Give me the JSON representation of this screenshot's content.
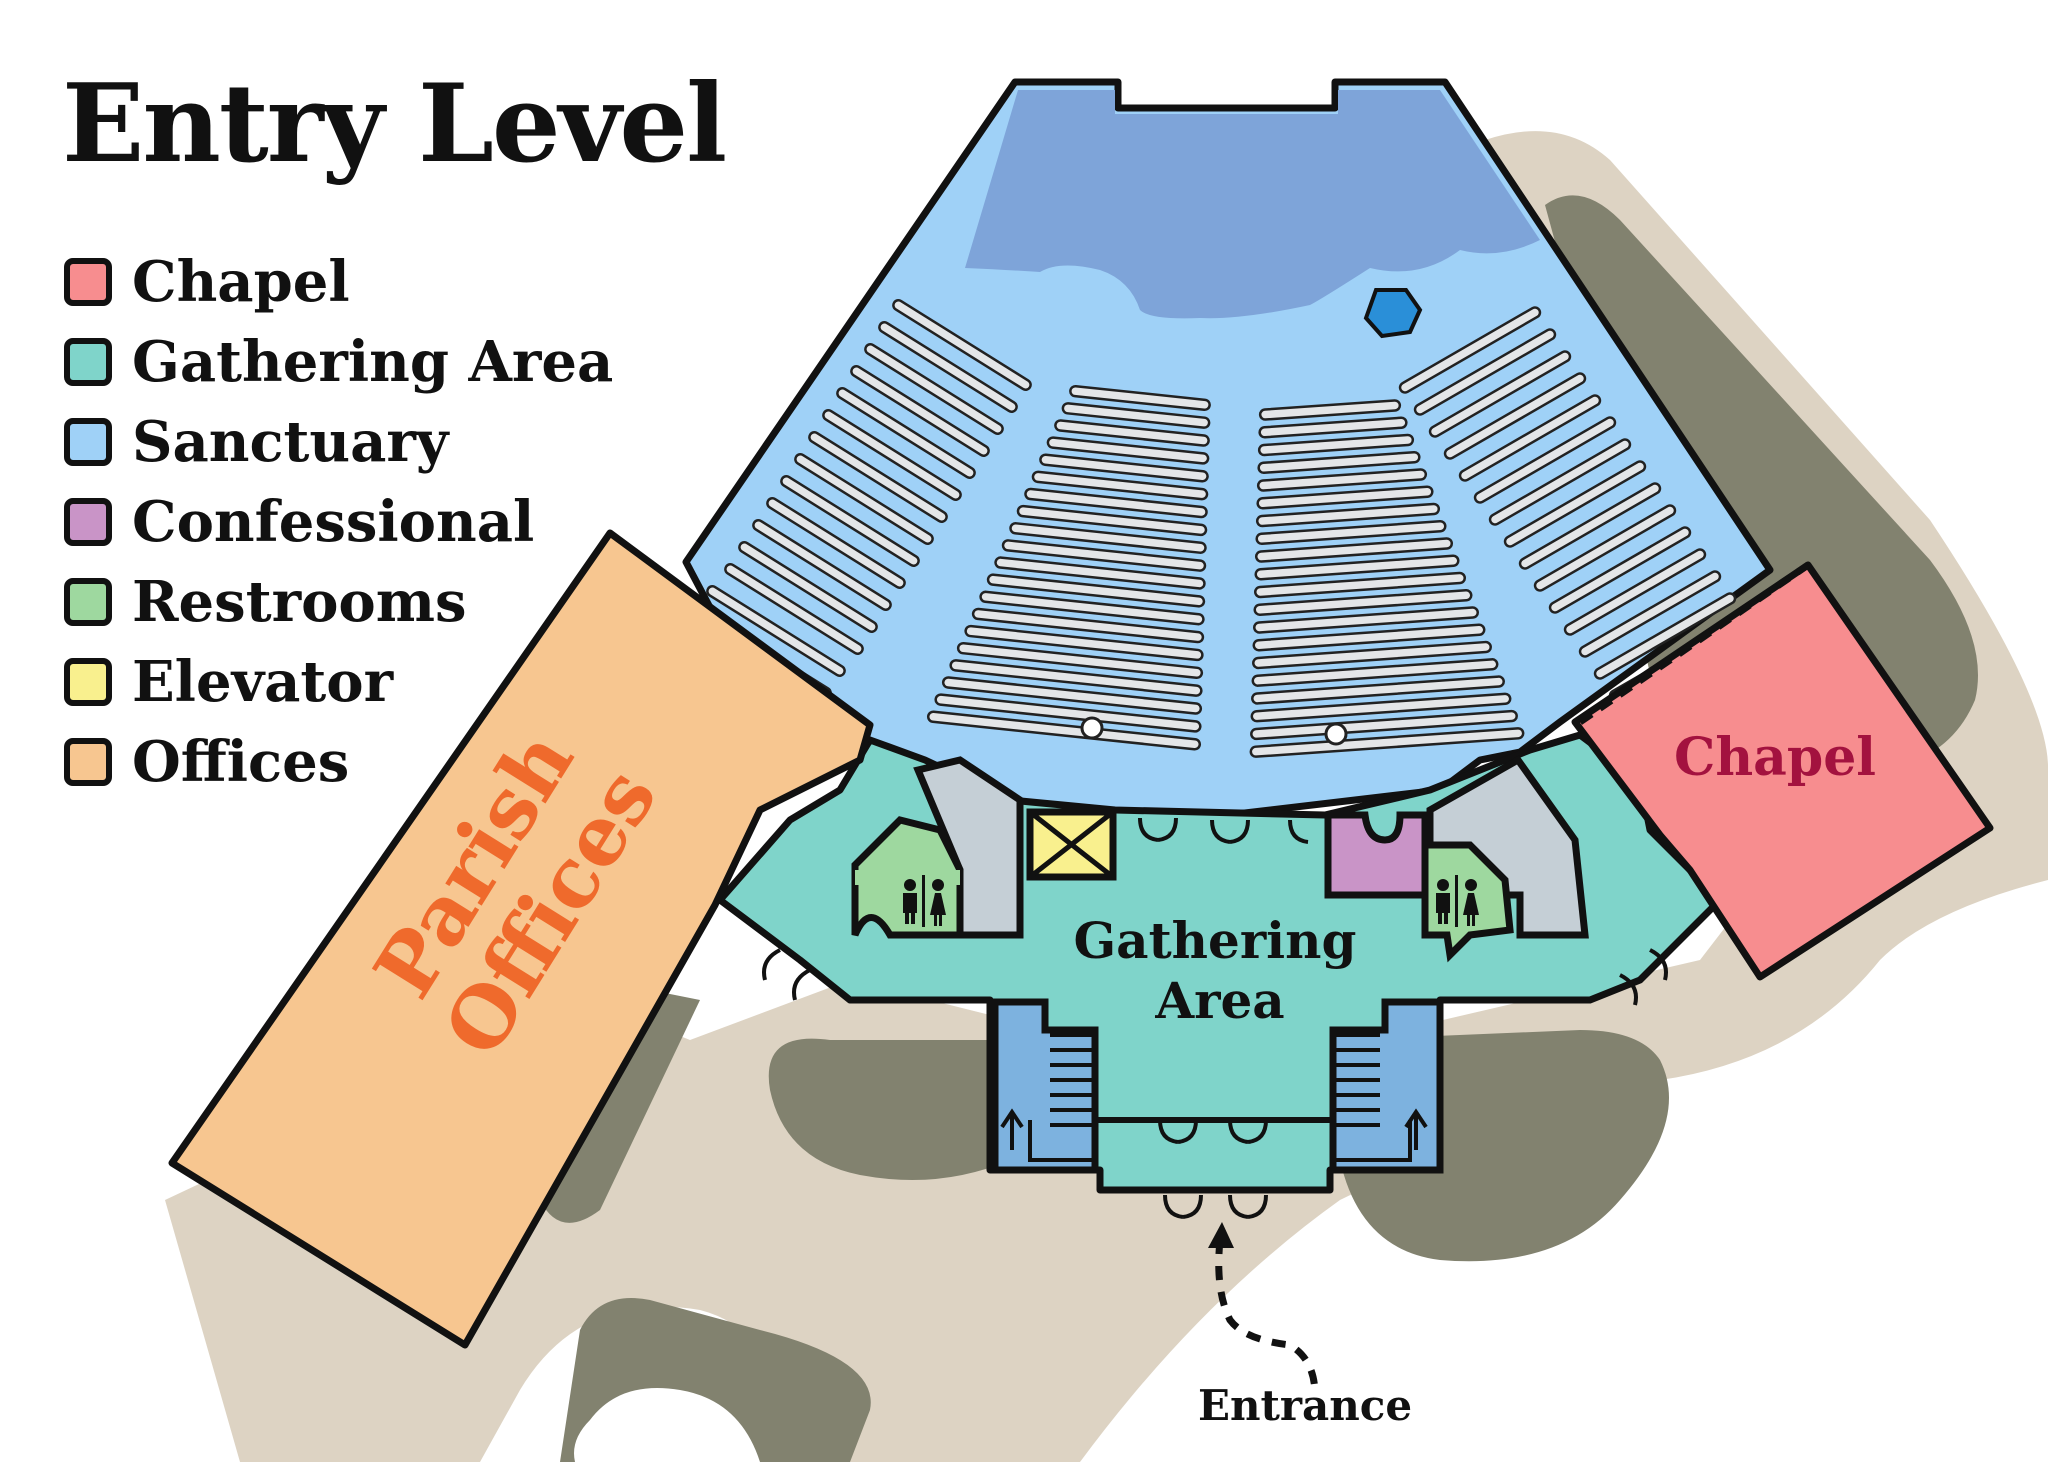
{
  "title": "Entry Level",
  "legend": [
    {
      "label": "Chapel",
      "color": "#f78d8f"
    },
    {
      "label": "Gathering Area",
      "color": "#7fd4ca"
    },
    {
      "label": "Sanctuary",
      "color": "#9fd1f7"
    },
    {
      "label": "Confessional",
      "color": "#c994c7"
    },
    {
      "label": "Restrooms",
      "color": "#9ed89f"
    },
    {
      "label": "Elevator",
      "color": "#f9f08e"
    },
    {
      "label": "Offices",
      "color": "#f7c690"
    }
  ],
  "labels": {
    "parish_offices": [
      "Parish",
      "Offices"
    ],
    "chapel": "Chapel",
    "gathering_area": [
      "Gathering",
      "Area"
    ],
    "entrance": "Entrance"
  },
  "colors": {
    "sanctuary_front": "#7ea4d9",
    "offices_text": "#ef6a2c",
    "chapel_text": "#a3123f",
    "ground": "#ddd3c3",
    "parking": "#82826f",
    "stairwell": "#7db2df",
    "service": "#c5cfd6",
    "pews": "#e4e6e8"
  },
  "icons": [
    "restroom-icon",
    "elevator-icon",
    "font-icon",
    "stair-arrow-icon",
    "entrance-path"
  ]
}
